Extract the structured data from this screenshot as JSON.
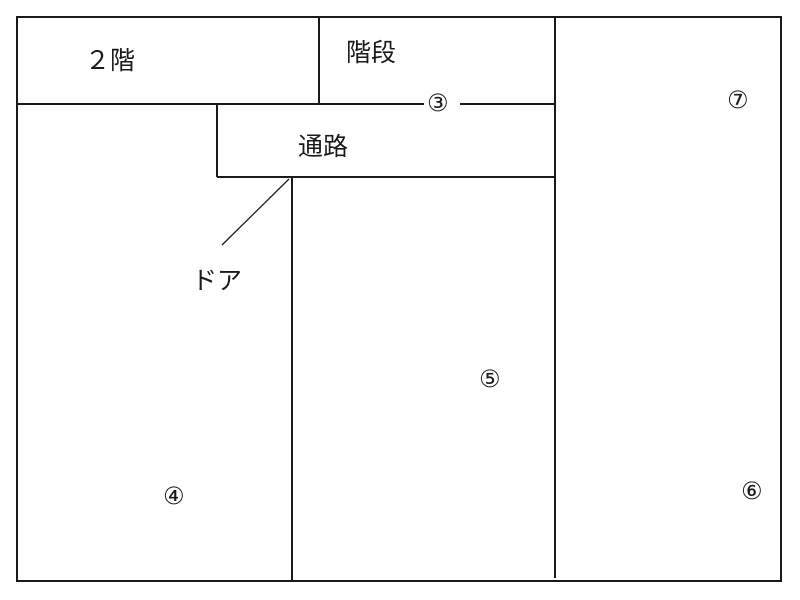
{
  "diagram": {
    "type": "floor-plan",
    "rooms": {
      "second_floor": "２階",
      "stairs": "階段",
      "corridor": "通路",
      "door": "ドア"
    },
    "markers": {
      "m3": "③",
      "m4": "④",
      "m5": "⑤",
      "m6": "⑥",
      "m7": "⑦"
    },
    "line_color": "#1a1a1a",
    "background": "#ffffff"
  }
}
